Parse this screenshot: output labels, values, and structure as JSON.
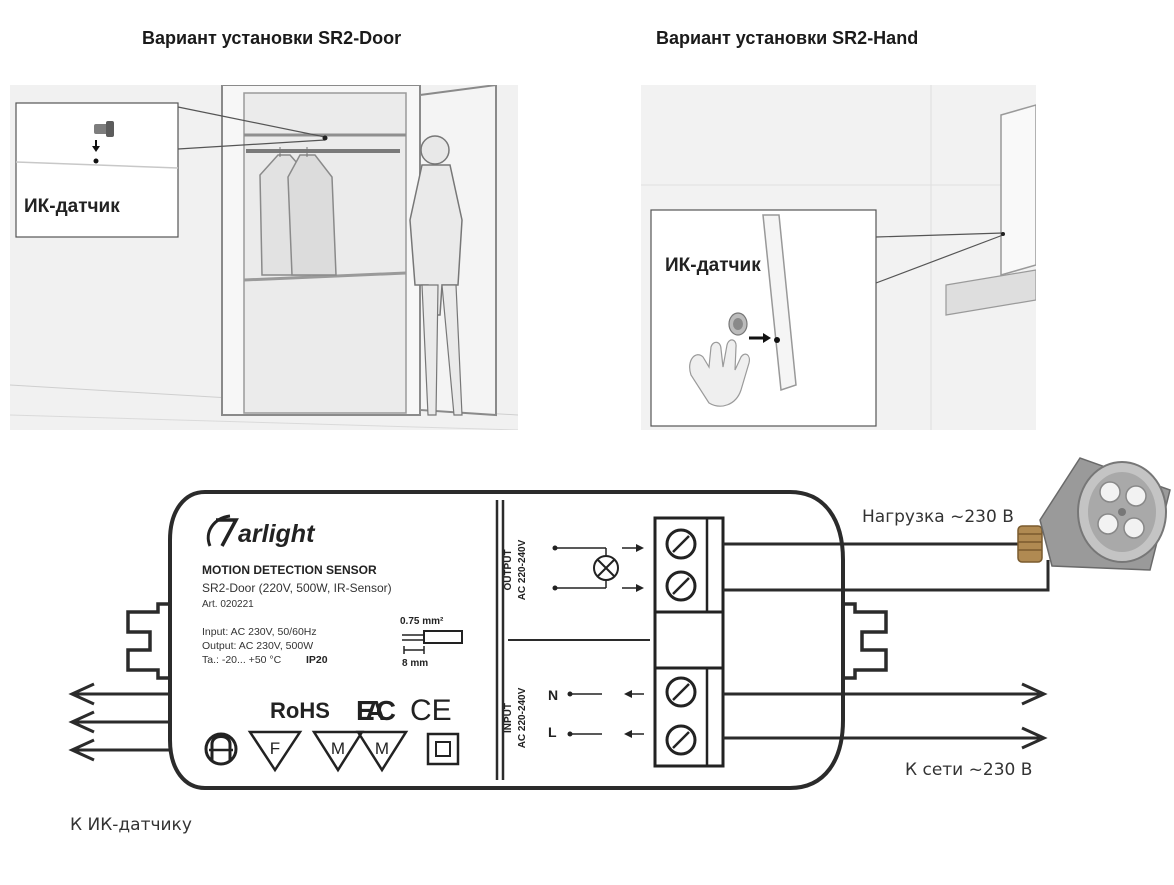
{
  "titles": {
    "door": "Вариант установки SR2-Door",
    "hand": "Вариант установки SR2-Hand"
  },
  "sensor_label_door": "ИК-датчик",
  "sensor_label_hand": "ИК-датчик",
  "device": {
    "brand": "arlight",
    "product_type": "MOTION DETECTION SENSOR",
    "model": "SR2-Door (220V, 500W, IR-Sensor)",
    "article": "Art. 020221",
    "input": "Input: AC 230V, 50/60Hz",
    "output": "Output: AC 230V, 500W",
    "temp_prefix": "Ta.: -20... +50 °C",
    "ip": "IP20",
    "wire_section": "0.75 mm²",
    "strip_length": "8 mm",
    "rohs": "RoHS",
    "eac": "EAC",
    "ce": "CE",
    "mark_f": "F",
    "mark_m1": "M",
    "mark_m2": "M"
  },
  "terminals": {
    "output_label": "OUTPUT",
    "output_voltage": "AC 220-240V",
    "input_label": "INPUT",
    "input_voltage": "AC 220-240V",
    "n": "N",
    "l": "L"
  },
  "labels": {
    "load": "Нагрузка ~230 В",
    "mains": "К сети ~230 В",
    "to_sensor": "К ИК-датчику"
  }
}
